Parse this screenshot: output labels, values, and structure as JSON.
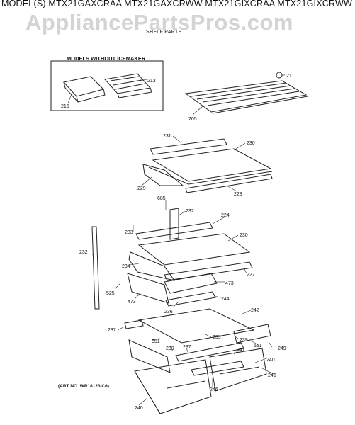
{
  "header": {
    "models_line": "MODEL(S) MTX21GAXCRAA MTX21GAXCRWW MTX21GIXCRAA MTX21GIXCRWW",
    "watermark": "AppliancePartsPros.com",
    "subtitle": "SHELF PARTS"
  },
  "inset": {
    "title": "MODELS WITHOUT ICEMAKER"
  },
  "footer": {
    "art_no": "(ART NO. WR18123 C6)"
  },
  "callouts": [
    "215",
    "213",
    "211",
    "205",
    "231",
    "230",
    "229",
    "228",
    "685",
    "232",
    "224",
    "233",
    "230",
    "232",
    "234",
    "227",
    "525",
    "473",
    "473",
    "236",
    "244",
    "242",
    "237",
    "551",
    "239",
    "239",
    "249",
    "551",
    "239",
    "237",
    "241",
    "240",
    "246",
    "246",
    "240"
  ]
}
